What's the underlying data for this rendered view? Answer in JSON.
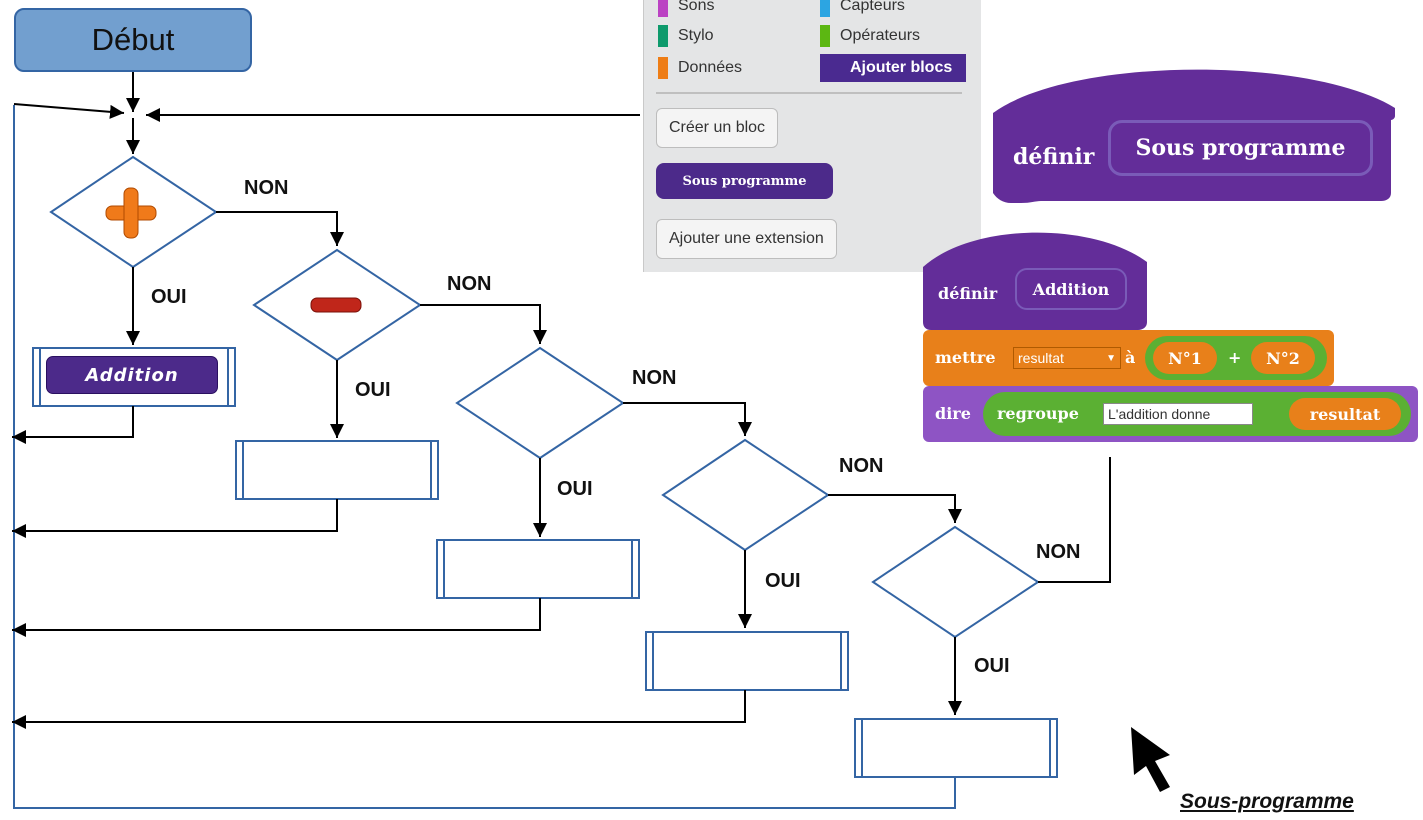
{
  "start_label": "Début",
  "flow_labels": {
    "non": "NON",
    "oui": "OUI"
  },
  "addition_block": "Addition",
  "palette": {
    "categories": [
      {
        "label": "Sons",
        "color": "#bb42c3"
      },
      {
        "label": "Capteurs",
        "color": "#2ca5e2"
      },
      {
        "label": "Stylo",
        "color": "#0e9a6c"
      },
      {
        "label": "Opérateurs",
        "color": "#5cb712"
      },
      {
        "label": "Données",
        "color": "#ee7d16"
      }
    ],
    "active": "Ajouter blocs",
    "create_block_button": "Créer un bloc",
    "custom_block": "Sous programme",
    "add_extension_button": "Ajouter une extension"
  },
  "define_block": {
    "keyword": "définir",
    "name": "Sous programme"
  },
  "script": {
    "define_keyword": "définir",
    "define_name": "Addition",
    "set_keyword": "mettre",
    "set_variable": "resultat",
    "set_to": "à",
    "operand1": "N°1",
    "operator": "+",
    "operand2": "N°2",
    "say_keyword": "dire",
    "join_keyword": "regroupe",
    "join_text": "L'addition donne",
    "join_variable": "resultat"
  },
  "caption": "Sous-programme",
  "colors": {
    "start_fill": "#729fcf",
    "flow_line": "#3465a4",
    "define_purple": "#632d99",
    "set_orange": "#e8801a",
    "say_purple": "#8e54c4",
    "operator_green": "#5bb033"
  }
}
